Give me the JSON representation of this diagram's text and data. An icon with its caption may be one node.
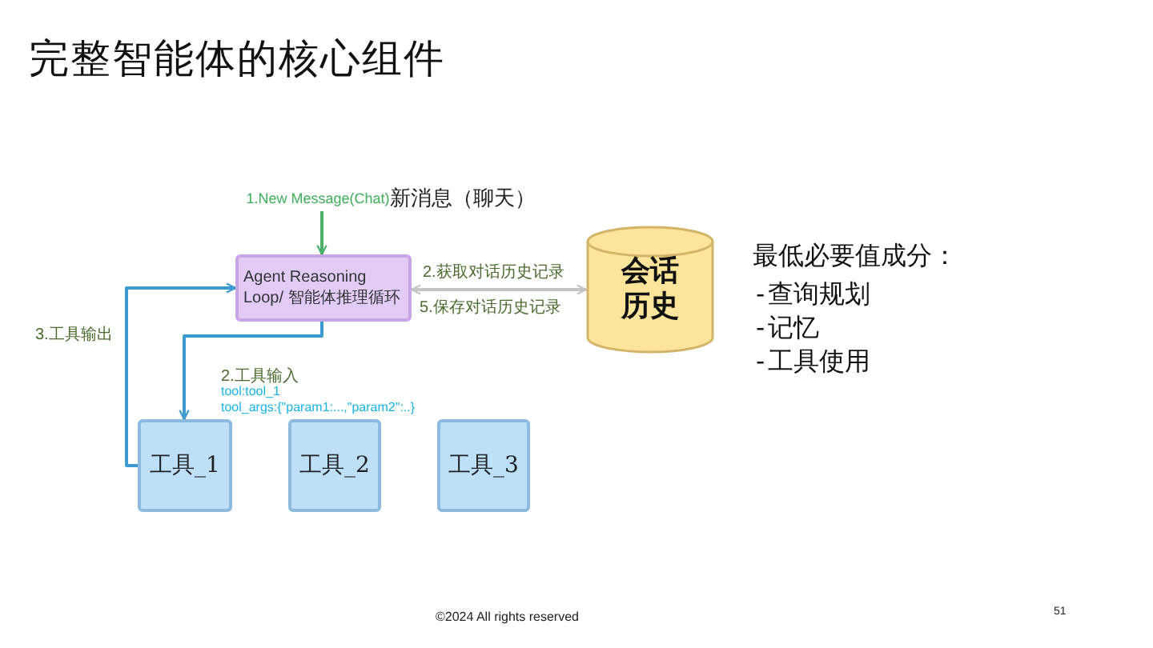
{
  "diagram": {
    "title": "完整智能体的核心组件",
    "nodes": [
      {
        "text": [
          "1.New Message(Chat)",
          "新消息（聊天）"
        ]
      },
      {
        "text": [
          "Agent Reasoning Loop/ 智能体推理循环"
        ]
      },
      {
        "text": [
          "会话历史"
        ]
      },
      {
        "text": [
          "工具_1"
        ]
      },
      {
        "text": [
          "工具_2"
        ]
      },
      {
        "text": [
          "工具_3"
        ]
      }
    ],
    "edges": [
      {
        "from": 0,
        "to": 1,
        "arrow": "to",
        "color": "#4caf6a"
      },
      {
        "from": 1,
        "to": 3,
        "arrow": "to",
        "label": "2.工具输入"
      },
      {
        "from": 3,
        "to": 1,
        "arrow": "to",
        "label": "3.工具输出"
      },
      {
        "from": 1,
        "to": 2,
        "arrow": "both",
        "label": "2.获取对话历史记录",
        "color": "#c4c4c4"
      }
    ],
    "labels": [
      "tool:tool_1",
      "tool_args:{\"param1:...,\"param2\":..}",
      "5.保存对话历史记录",
      "最低必要值成分：",
      "-查询规划",
      "-记忆",
      "-工具使用",
      "©2024 All rights reserved",
      "51"
    ]
  }
}
